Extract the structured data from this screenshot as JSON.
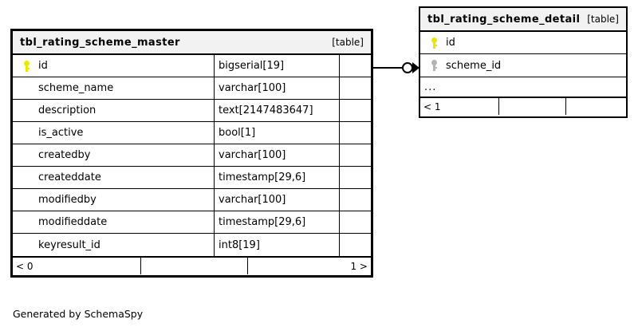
{
  "diagram": {
    "caption": "Generated by SchemaSpy",
    "table_tag": "[table]",
    "background": "#ffffff",
    "line_color": "#000000",
    "header_fill": "#f2f2f2",
    "pk_key_color": "#e8e800",
    "fk_key_color": "#b3b3b3"
  },
  "master_table": {
    "name": "tbl_rating_scheme_master",
    "tag": "[table]",
    "columns": [
      {
        "key": "pk",
        "name": "id",
        "type": "bigserial[19]"
      },
      {
        "key": "none",
        "name": "scheme_name",
        "type": "varchar[100]"
      },
      {
        "key": "none",
        "name": "description",
        "type": "text[2147483647]"
      },
      {
        "key": "none",
        "name": "is_active",
        "type": "bool[1]"
      },
      {
        "key": "none",
        "name": "createdby",
        "type": "varchar[100]"
      },
      {
        "key": "none",
        "name": "createddate",
        "type": "timestamp[29,6]"
      },
      {
        "key": "none",
        "name": "modifiedby",
        "type": "varchar[100]"
      },
      {
        "key": "none",
        "name": "modifieddate",
        "type": "timestamp[29,6]"
      },
      {
        "key": "none",
        "name": "keyresult_id",
        "type": "int8[19]"
      }
    ],
    "footer": {
      "left": "< 0",
      "middle": "",
      "right": "1 >"
    }
  },
  "detail_table": {
    "name": "tbl_rating_scheme_detail",
    "tag": "[table]",
    "columns": [
      {
        "key": "pk",
        "name": "id"
      },
      {
        "key": "fk",
        "name": "scheme_id"
      }
    ],
    "more_indicator": "...",
    "footer": {
      "left": "< 1",
      "middle": "",
      "right": ""
    }
  },
  "relationship": {
    "from_table": "tbl_rating_scheme_master",
    "from_column": "id",
    "to_table": "tbl_rating_scheme_detail",
    "to_column": "scheme_id",
    "source_cardinality": "zero",
    "target_cardinality": "many"
  }
}
